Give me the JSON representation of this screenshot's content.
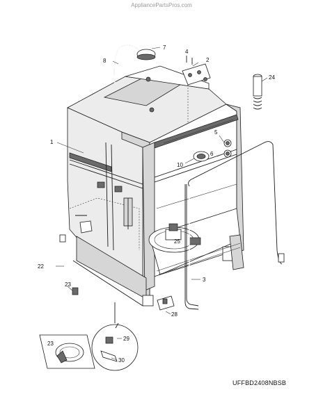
{
  "watermark": "AppliancePartsPros.com",
  "model_code": "UFFBD2408NBSB",
  "callouts": [
    "1",
    "2",
    "3",
    "4",
    "5",
    "6",
    "7",
    "8",
    "10",
    "22",
    "23",
    "24",
    "25",
    "28",
    "29",
    "30"
  ],
  "callout_23_detail": "23"
}
